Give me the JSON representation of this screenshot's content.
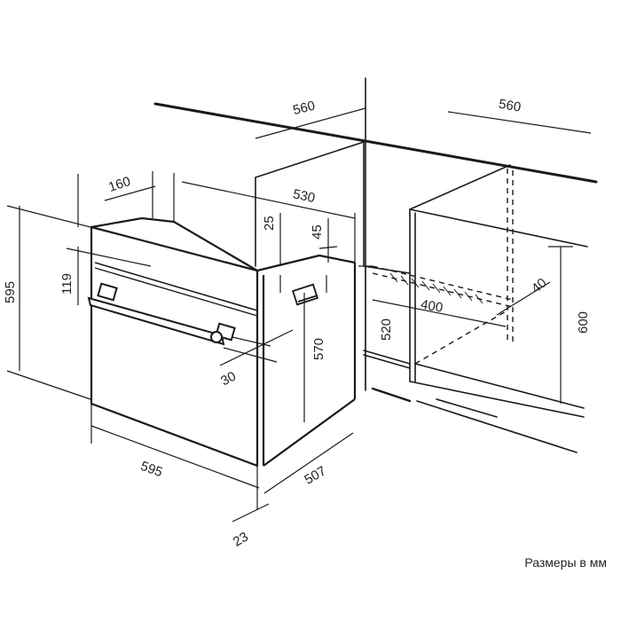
{
  "caption": "Размеры в мм",
  "dimensions": {
    "niche_depth_left": "560",
    "niche_depth_right": "560",
    "oven_height": "595",
    "oven_width": "595",
    "top_offset": "160",
    "body_depth": "530",
    "panel_height": "119",
    "top_gap": "25",
    "side_gap": "45",
    "handle_offset": "30",
    "body_height": "570",
    "side_depth": "507",
    "front_thickness": "23",
    "niche_height_inner": "520",
    "vent_width": "400",
    "vent_depth": "40",
    "niche_height": "600"
  },
  "colors": {
    "line": "#1a1a1a",
    "text": "#222222"
  }
}
